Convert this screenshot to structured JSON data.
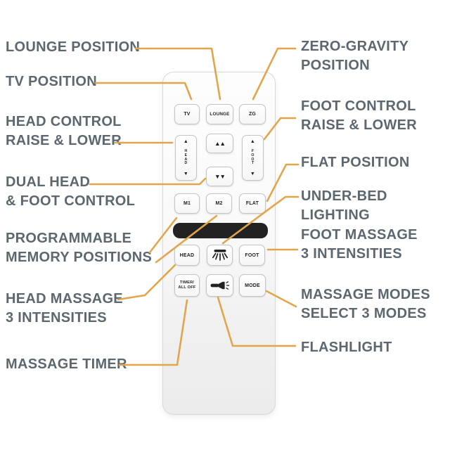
{
  "colors": {
    "callout_line": "#E1A64C",
    "label_text": "#5D6770",
    "button_text": "#1F1F1F",
    "display_bar": "#222222",
    "remote_body": "#F5F5F5"
  },
  "glyphs": {
    "up_arrow": "▲",
    "down_arrow": "▼",
    "dual_up": "▲▲",
    "dual_down": "▼▼"
  },
  "remote": {
    "buttons": {
      "tv": "TV",
      "lounge": "LOUNGE",
      "zg": "ZG",
      "head_rocker_letters": "H\nE\nA\nD",
      "foot_rocker_letters": "F\nO\nO\nT",
      "m1": "M1",
      "m2": "M2",
      "flat": "FLAT",
      "head_massage": "HEAD",
      "foot_massage": "FOOT",
      "timer": "TIMER/\nALL OFF",
      "mode": "MODE"
    },
    "icons": {
      "under_bed_light": "under-bed-light-icon",
      "flashlight": "flashlight-icon"
    }
  },
  "callouts": {
    "left": [
      {
        "label": "LOUNGE POSITION"
      },
      {
        "label": "TV POSITION"
      },
      {
        "label": "HEAD CONTROL\nRAISE & LOWER"
      },
      {
        "label": "DUAL HEAD\n& FOOT CONTROL"
      },
      {
        "label": "PROGRAMMABLE\nMEMORY POSITIONS"
      },
      {
        "label": "HEAD MASSAGE\n3 INTENSITIES"
      },
      {
        "label": "MASSAGE TIMER"
      }
    ],
    "right": [
      {
        "label": "ZERO-GRAVITY\nPOSITION"
      },
      {
        "label": "FOOT CONTROL\nRAISE & LOWER"
      },
      {
        "label": "FLAT POSITION"
      },
      {
        "label": "UNDER-BED LIGHTING"
      },
      {
        "label": "FOOT MASSAGE\n3 INTENSITIES"
      },
      {
        "label": "MASSAGE MODES\nSELECT 3 MODES"
      },
      {
        "label": "FLASHLIGHT"
      }
    ]
  }
}
